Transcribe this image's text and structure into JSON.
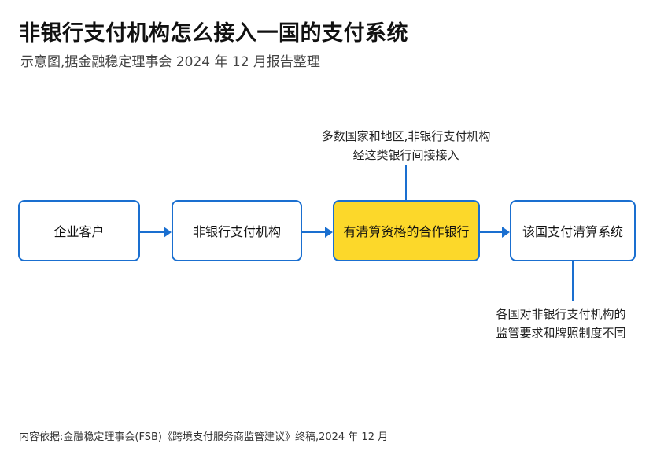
{
  "header": {
    "title": "非银行支付机构怎么接入一国的支付系统",
    "subtitle": "示意图,据金融稳定理事会 2024 年 12 月报告整理"
  },
  "flow": {
    "nodes": [
      {
        "label": "企业客户",
        "highlighted": false
      },
      {
        "label": "非银行支付机构",
        "highlighted": false
      },
      {
        "label": "有清算资格的合作银行",
        "highlighted": true
      },
      {
        "label": "该国支付清算系统",
        "highlighted": false
      }
    ]
  },
  "annotations": {
    "top": {
      "line1": "多数国家和地区,非银行支付机构",
      "line2": "经这类银行间接接入"
    },
    "bottom": {
      "line1": "各国对非银行支付机构的",
      "line2": "监管要求和牌照制度不同"
    }
  },
  "footer": {
    "source": "内容依据:金融稳定理事会(FSB)《跨境支付服务商监管建议》终稿,2024 年 12 月"
  },
  "colors": {
    "accent": "#1a6fd0",
    "highlight": "#fcd82a",
    "background": "#ffffff"
  }
}
